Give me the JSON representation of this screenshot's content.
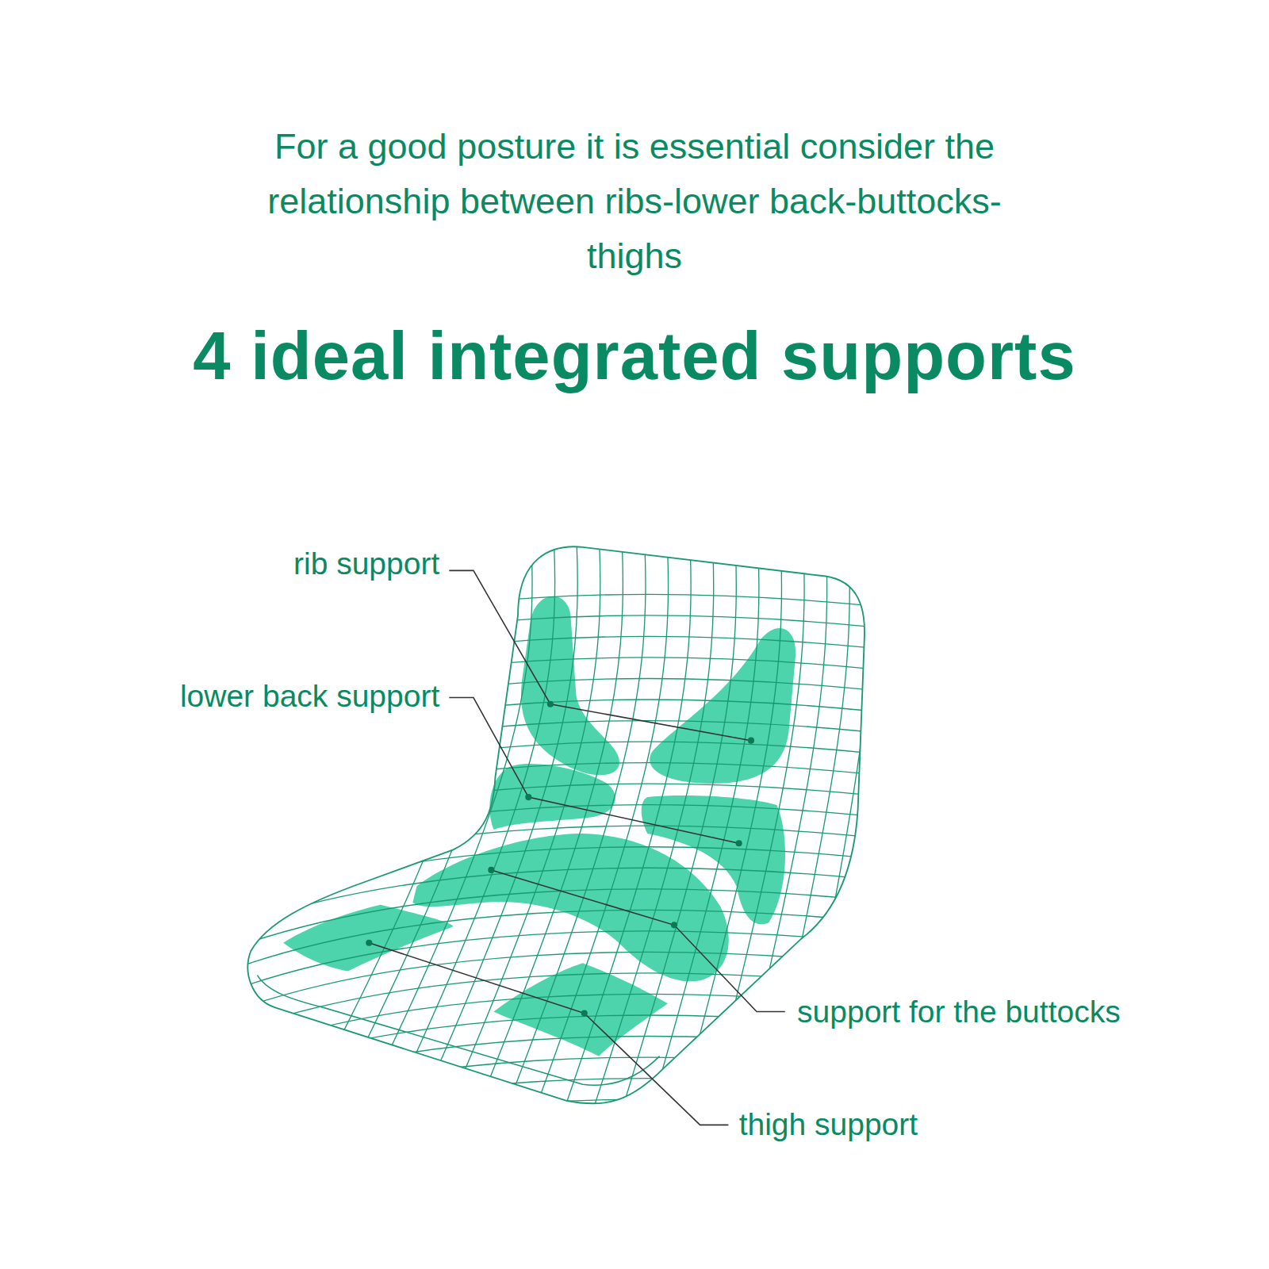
{
  "diagram": {
    "title": "4 ideal integrated supports",
    "caption": "For a good posture it is essential consider the relationship between ribs-lower back-buttocks-thighs",
    "labels": [
      "rib support",
      "lower back support",
      "support for the buttocks",
      "thigh support"
    ]
  }
}
